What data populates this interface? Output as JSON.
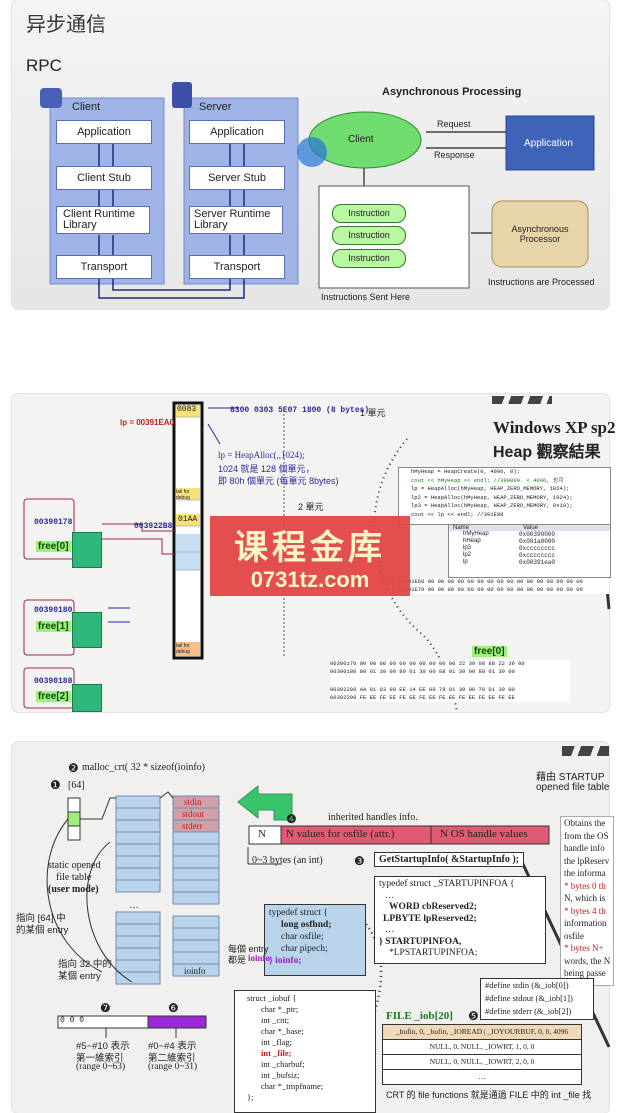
{
  "panel1": {
    "title": "异步通信",
    "subtitle": "RPC",
    "client_label": "Client",
    "server_label": "Server",
    "client_stack": [
      "Application",
      "Client Stub",
      "Client Runtime Library",
      "Transport"
    ],
    "server_stack": [
      "Application",
      "Server Stub",
      "Server Runtime Library",
      "Transport"
    ],
    "async_title": "Asynchronous Processing",
    "async_client": "Client",
    "async_application": "Application",
    "request": "Request",
    "response": "Response",
    "instructions": [
      "Instruction",
      "Instruction",
      "Instruction"
    ],
    "instructions_caption": "Instructions Sent Here",
    "processor": "Asynchronous Processor",
    "processed_caption": "Instructions are Processed"
  },
  "panel2": {
    "title_line1": "Windows XP sp2",
    "title_line2": "Heap 觀察結果",
    "lp_addr": "lp = 00391EA0",
    "header_hex": "0083",
    "header_values": "8300 0303 5E07 1800 (8 bytes)",
    "one_unit": "1 單元",
    "two_unit": "2 單元",
    "heapalloc_line1": "lp = HeapAlloc(,,1024);",
    "heapalloc_line2": "1024 就是 128 個單元，",
    "heapalloc_line3": "即 80h 個單元 (每單元 8bytes)",
    "tail_for_debug_1": "tail for debug",
    "tail_for_debug_2": "tail for debug",
    "hex_01aa": "01AA",
    "addr_00390178": "00390178",
    "addr_003922b8": "003922B8",
    "addr_00390180": "00390180",
    "addr_00390188": "00390188",
    "free0": "free[0]",
    "free1": "free[1]",
    "free2": "free[2]",
    "free0_right": "free[0]",
    "code_lines": [
      "hMyHeap = HeapCreate(0, 4096, 0);",
      "cout << hMyHeap << endl;   //390000. < 4096, 也可",
      "lp  = HeapAlloc(hMyHeap, HEAP_ZERO_MEMORY, 1024);",
      "lp2 = HeapAlloc(hMyHeap, HEAP_ZERO_MEMORY, 1024);",
      "lp3 = HeapAlloc(hMyHeap, HEAP_ZERO_MEMORY, 0x10);",
      "cout << lp << endl;   //391E98"
    ],
    "watch_headers": [
      "Name",
      "Value"
    ],
    "watch_rows": [
      [
        "hMyHeap",
        "0x00390000"
      ],
      [
        "hHeap",
        "0x001a0000"
      ],
      [
        "lp3",
        "0xcccccccc"
      ],
      [
        "lp2",
        "0xcccccccc"
      ],
      [
        "lp",
        "0x00391ea0"
      ]
    ],
    "watermark_cn": "课程金库",
    "watermark_url": "0731tz.com",
    "dump_lines": [
      "00390170  00 00 00 00 00 00 00 00 00 00 22 39 00 88 22 39 00",
      "00390180  80 01 39 00 80 01 39 00 88 01 39 00 88 01 39 00",
      "00392280  AA 01 03 00 EE 14 EE 00 78 01 39 00 78 01 39 00",
      "00392290  FE EE FE EE FE EE FE EE FE EE FE EE FE EE FE EE"
    ],
    "dump_lines_top": [
      "00391E60  00 00 00 00 00 00 00 00 00 00 00 00 00 00 00 00",
      "00391E70  00 00 00 00 00 00 00 00 00 00 00 00 00 00 00 00"
    ]
  },
  "panel3": {
    "malloc": "malloc_crt( 32 * sizeof(ioinfo)",
    "num1": "❶",
    "num2": "❷",
    "num3": "❸",
    "num4": "❹",
    "num5": "❺",
    "num6": "❻",
    "num7": "❼",
    "idx64": "[64]",
    "std_entries": [
      "stdin",
      "stdout",
      "stderr"
    ],
    "static_table_1": "static opened",
    "static_table_2": "file table",
    "static_table_3": "(user mode)",
    "ptr64_1": "指向 [64] 中",
    "ptr64_2": "的某個 entry",
    "ptr32_1": "指向 32 中的",
    "ptr32_2": "某個 entry",
    "ioinfo": "ioinfo",
    "each_entry_1": "每個 entry",
    "each_entry_2": "都是",
    "each_entry_3": "ioinfo",
    "inherited": "inherited handles info.",
    "n_label": "N",
    "n_values": "N values for osfile (attr.)",
    "n_handles": "N OS handle values",
    "bytes_int": "0~3 bytes (an int)",
    "get_startup": "GetStartupInfo( &StartupInfo );",
    "typedef_code": [
      "typedef struct _STARTUPINFOA {",
      "…",
      "WORD   cbReserved2;",
      "LPBYTE  lpReserved2;",
      "…",
      "} STARTUPINFOA,",
      "*LPSTARTUPINFOA;"
    ],
    "typedef_ioinfo": [
      "typedef struct {",
      "long osfhnd;",
      "char osfile;",
      "char pipech;",
      "} ioinfo;"
    ],
    "top_right_1": "藉由 STARTUP",
    "top_right_2": "opened file table",
    "side_notes": [
      "Obtains the",
      "from the OS",
      "handle info",
      "the lpReserv",
      "the informa",
      "* bytes 0 th",
      "N, which is",
      "* bytes 4 th",
      "information",
      "osfile",
      "* bytes N+",
      "words, the N",
      "being passe"
    ],
    "defines": [
      "#define stdin  (&_iob[0])",
      "#define stdout (&_iob[1])",
      "#define stderr (&_iob[2])"
    ],
    "file_iob": "FILE  _iob[20]",
    "iob_rows": [
      "_bufin, 0, _bufin, _IOREAD | _IOYOURBUF, 0, 0, 4096",
      "NULL, 0, NULL, _IOWRT, 1, 0, 0",
      "NULL, 0, NULL, _IOWRT, 2, 0, 0",
      "…"
    ],
    "iobuf_code": [
      "struct _iobuf {",
      "char *_ptr;",
      "int   _cnt;",
      "char *_base;",
      "int   _flag;",
      "int   _file;",
      "int   _charbuf;",
      "int   _bufsiz;",
      "char *_tmpfname;",
      "};"
    ],
    "bits_left": "0 0 0",
    "range1_1": "#5~#10 表示",
    "range1_2": "第一維索引",
    "range1_3": "(range 0~63)",
    "range2_1": "#0~#4 表示",
    "range2_2": "第二維索引",
    "range2_3": "(range 0~31)",
    "crt_note_1": "CRT 的 file functions 就是通過 FILE 中的 int _file 找",
    "dots": "…"
  },
  "colors": {
    "rpc_stack_bg": "#9fb3e6",
    "ellipse_green": "#6fdc6f",
    "application_blue": "#3f63b8",
    "processor_tan": "#e7d4a8",
    "free_green": "#2db87a",
    "watermark_red": "#e24040",
    "iob_pink": "#e05a72",
    "arrow_green": "#38c46a"
  }
}
